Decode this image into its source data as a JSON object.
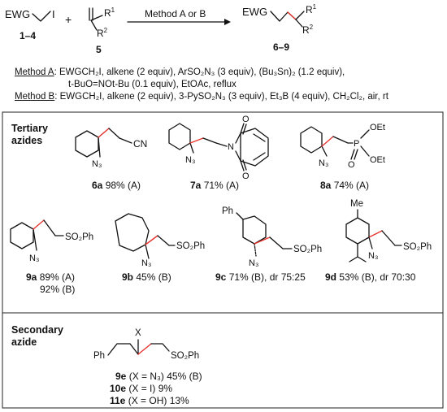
{
  "scheme": {
    "reactant1_group": "EWG",
    "reactant1_atom": "I",
    "reactant1_label": "1–4",
    "plus": "+",
    "reactant2_r1": "R",
    "reactant2_r1_sup": "1",
    "reactant2_r2": "R",
    "reactant2_r2_sup": "2",
    "reactant2_label": "5",
    "arrow_label": "Method A or B",
    "product_group": "EWG",
    "product_r1": "R",
    "product_r1_sup": "1",
    "product_r2": "R",
    "product_r2_sup": "2",
    "product_label": "6–9"
  },
  "methods": {
    "a_title": "Method A",
    "a_line1": ": EWGCH₂I, alkene (2 equiv), ArSO₂N₃ (3 equiv), (Bu₃Sn)₂ (1.2 equiv),",
    "a_line2": "t-BuO=NOt-Bu (0.1 equiv), EtOAc, reflux",
    "b_title": "Method B",
    "b_line": ": EWGCH₂I, alkene (2 equiv), 3-PySO₂N₃ (3 equiv), Et₃B (4 equiv), CH₂Cl₂, air, rt"
  },
  "tertiary": {
    "heading_line1": "Tertiary",
    "heading_line2": "azides",
    "c6a": {
      "id": "6a",
      "result": " 98% (A)",
      "azide": "N₃",
      "group": "CN"
    },
    "c7a": {
      "id": "7a",
      "result": " 71% (A)",
      "azide": "N₃",
      "n": "N",
      "o1": "O",
      "o2": "O"
    },
    "c8a": {
      "id": "8a",
      "result": " 74% (A)",
      "azide": "N₃",
      "p": "P",
      "o": "O",
      "oet1": "OEt",
      "oet2": "OEt"
    },
    "c9a": {
      "id": "9a",
      "result1": " 89% (A)",
      "result2": "92% (B)",
      "azide": "N₃",
      "group": "SO₂Ph"
    },
    "c9b": {
      "id": "9b",
      "result": " 45% (B)",
      "azide": "N₃",
      "group": "SO₂Ph"
    },
    "c9c": {
      "id": "9c",
      "result": " 71% (B), dr 75:25",
      "azide": "N₃",
      "group": "SO₂Ph",
      "ph": "Ph"
    },
    "c9d": {
      "id": "9d",
      "result": " 53% (B), dr 70:30",
      "azide": "N₃",
      "group": "SO₂Ph",
      "me": "Me"
    }
  },
  "secondary": {
    "heading_line1": "Secondary",
    "heading_line2": "azide",
    "ph": "Ph",
    "x": "X",
    "group": "SO₂Ph",
    "e9": {
      "id": "9e",
      "result": " (X = N₃) 45% (B)"
    },
    "e10": {
      "id": "10e",
      "result": " (X = I) 9%"
    },
    "e11": {
      "id": "11e",
      "result": " (X = OH) 13%"
    }
  },
  "colors": {
    "highlight_bond": "#e8332f",
    "text": "#111111"
  }
}
